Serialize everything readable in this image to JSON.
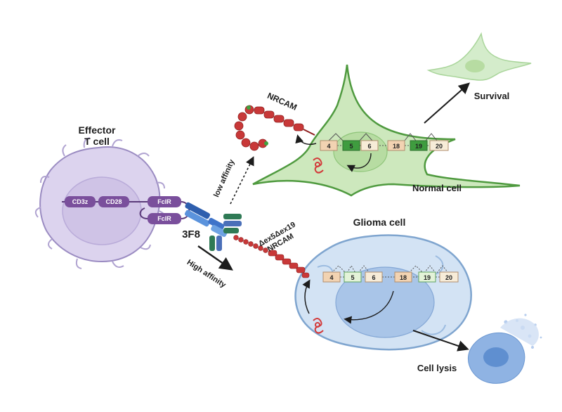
{
  "labels": {
    "effector_title": "Effector",
    "effector_subtitle": "T cell",
    "cd3z": "CD3z",
    "cd28": "CD28",
    "fcir_top": "FcIR",
    "fcir_bottom": "FcIR",
    "antibody": "3F8",
    "low_affinity": "low affinity",
    "high_affinity": "High affinity",
    "nrcam": "NRCAM",
    "variant_line1": "Δex5Δex19",
    "variant_line2": "NRCAM",
    "normal_cell": "Normal cell",
    "survival": "Survival",
    "glioma_cell": "Glioma cell",
    "cell_lysis": "Cell lysis"
  },
  "normal_exons": [
    "4",
    "5",
    "6",
    "18",
    "19",
    "20"
  ],
  "glioma_exons": [
    "4",
    "5",
    "6",
    "18",
    "19",
    "20"
  ],
  "colors": {
    "tcell": "#c9bde3",
    "receptor": "#7a4f9c",
    "antibody_blue": "#3f73c9",
    "antibody_green": "#2f7a55",
    "normal_cell": "#c7e6b5",
    "normal_outline": "#4f9a3f",
    "glioma_cell": "#c7dbf0",
    "nrcam_red": "#c83838",
    "exon_tan": "#f2d3b2",
    "exon_green": "#3f9c3f"
  }
}
